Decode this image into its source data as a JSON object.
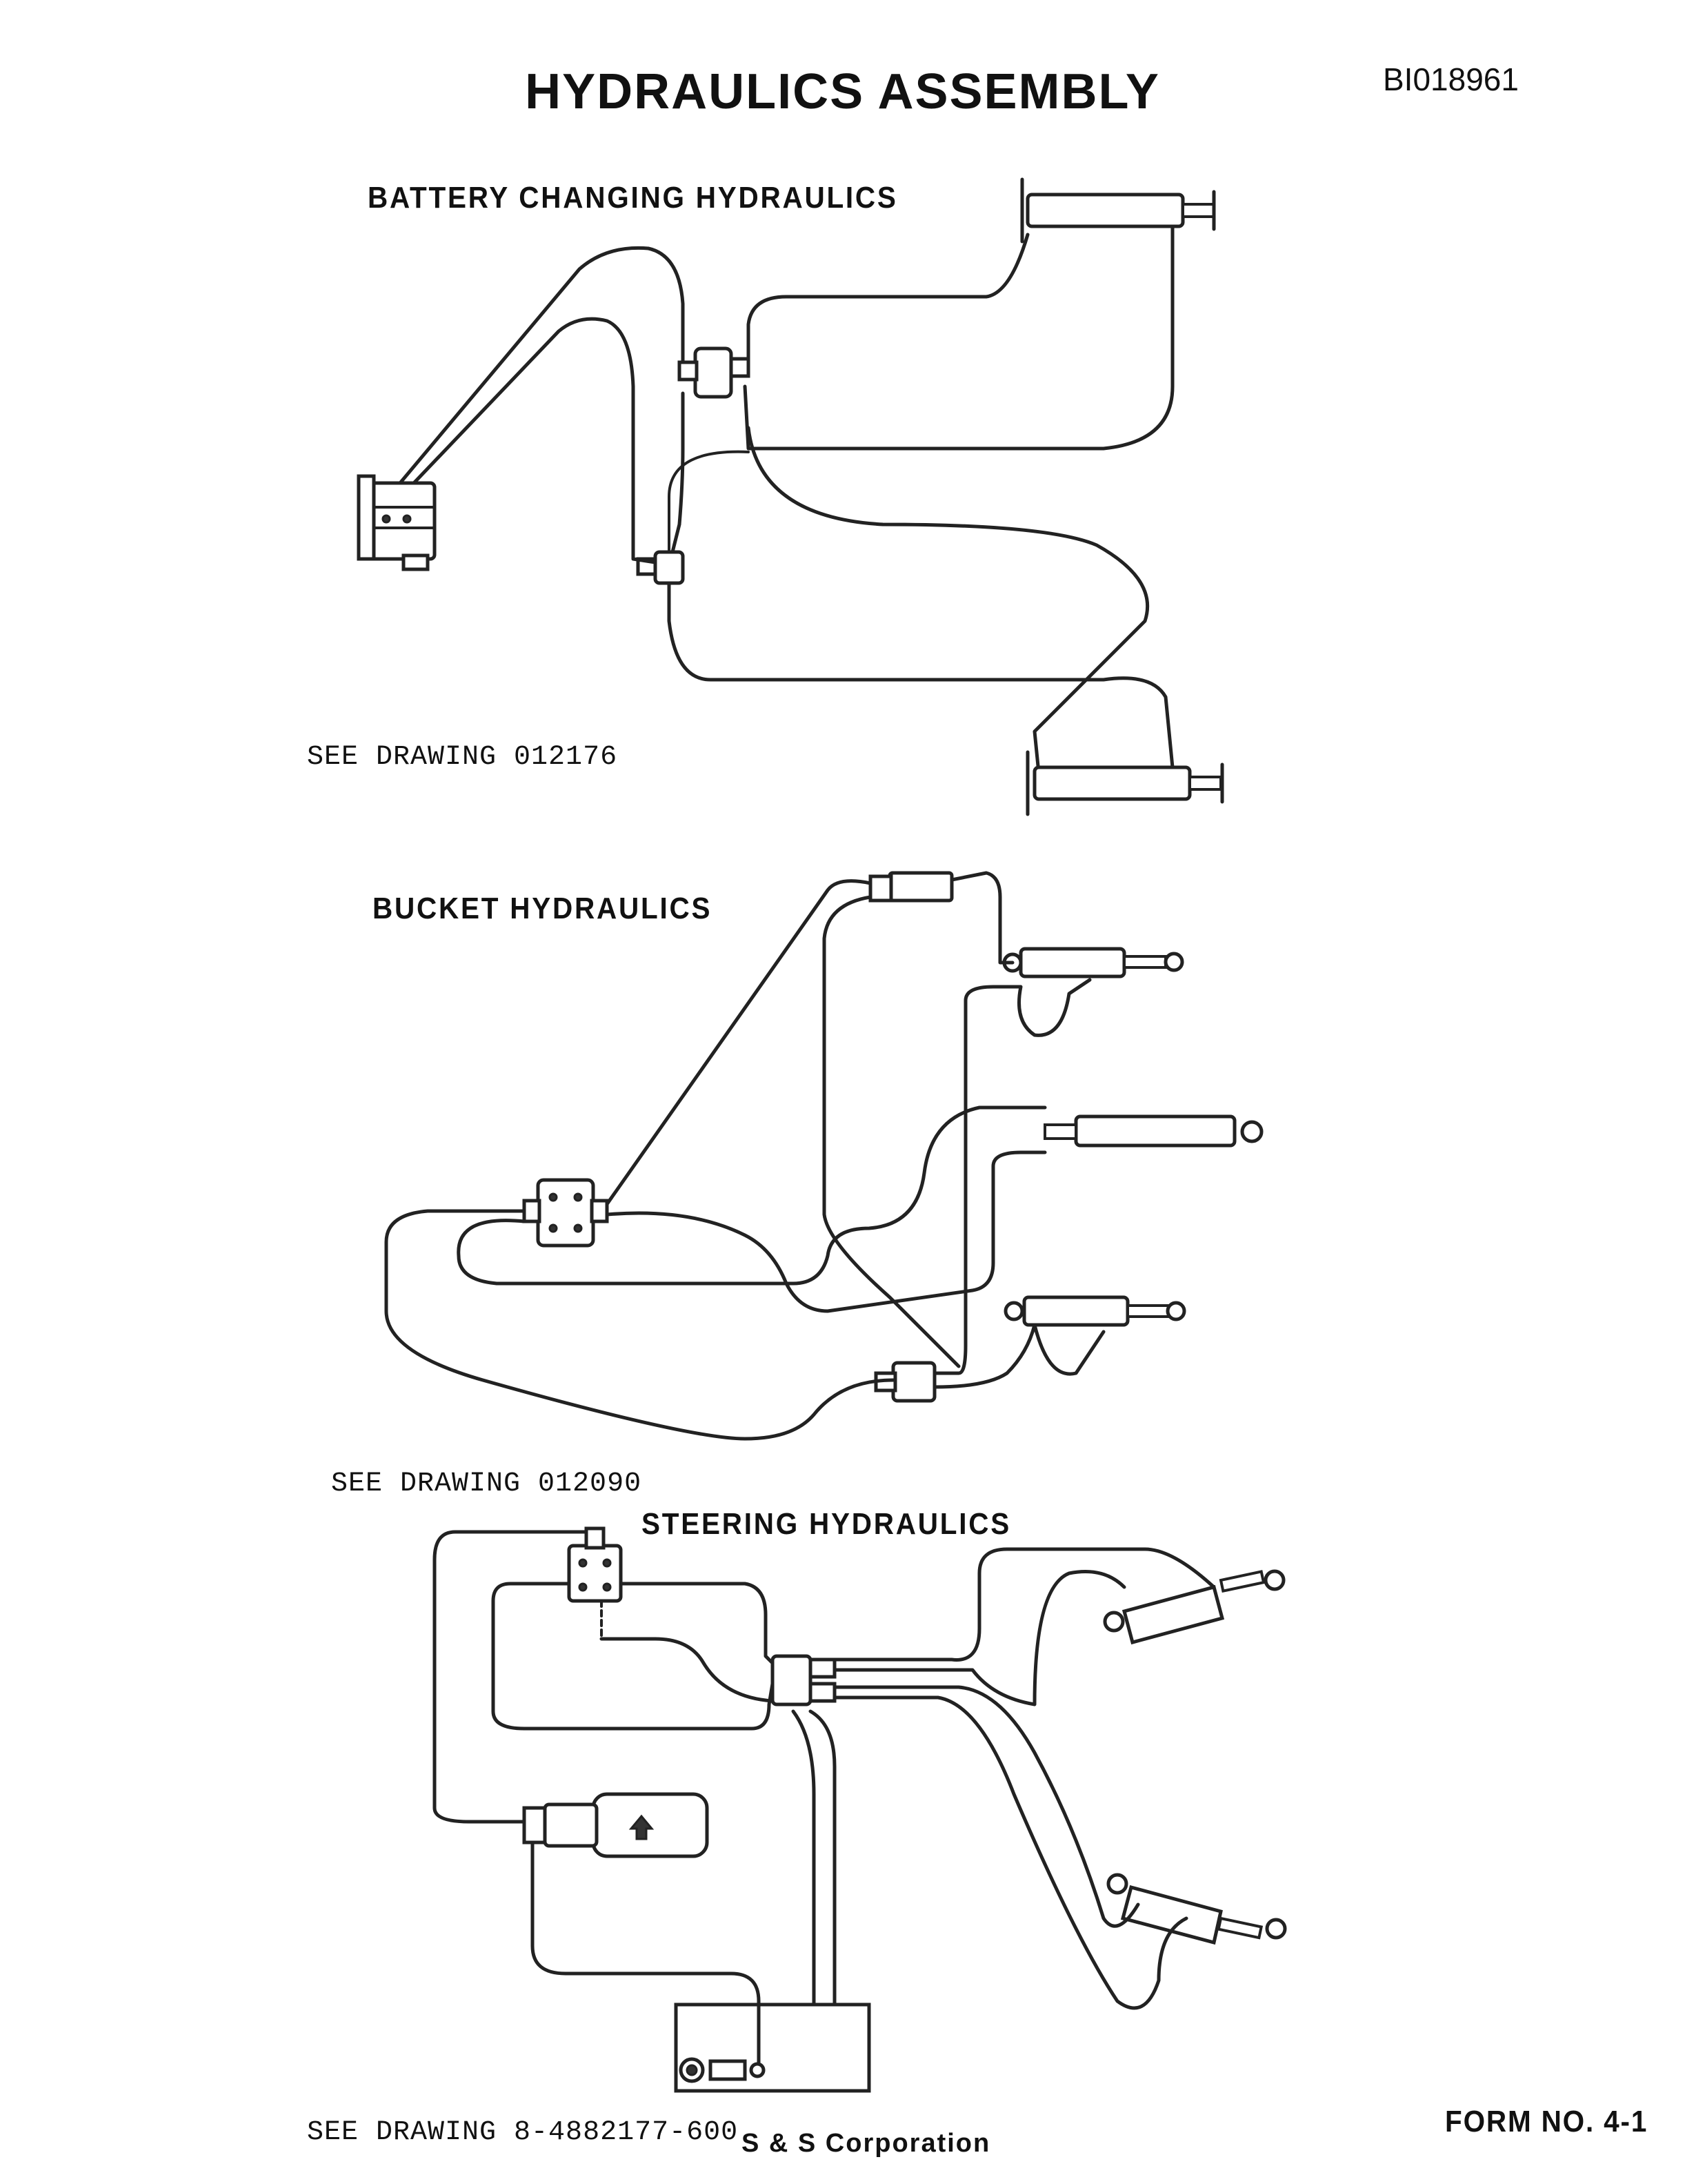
{
  "header": {
    "title": "HYDRAULICS ASSEMBLY",
    "doc_number": "BI018961"
  },
  "sections": [
    {
      "heading": "BATTERY CHANGING HYDRAULICS",
      "reference": "SEE DRAWING 012176"
    },
    {
      "heading": "BUCKET HYDRAULICS",
      "reference": "SEE DRAWING 012090"
    },
    {
      "heading": "STEERING HYDRAULICS",
      "reference": "SEE DRAWING 8-4882177-600"
    }
  ],
  "footer": {
    "company": "S & S Corporation",
    "form_number": "FORM NO. 4-1"
  },
  "colors": {
    "ink": "#222222",
    "paper": "#ffffff"
  }
}
